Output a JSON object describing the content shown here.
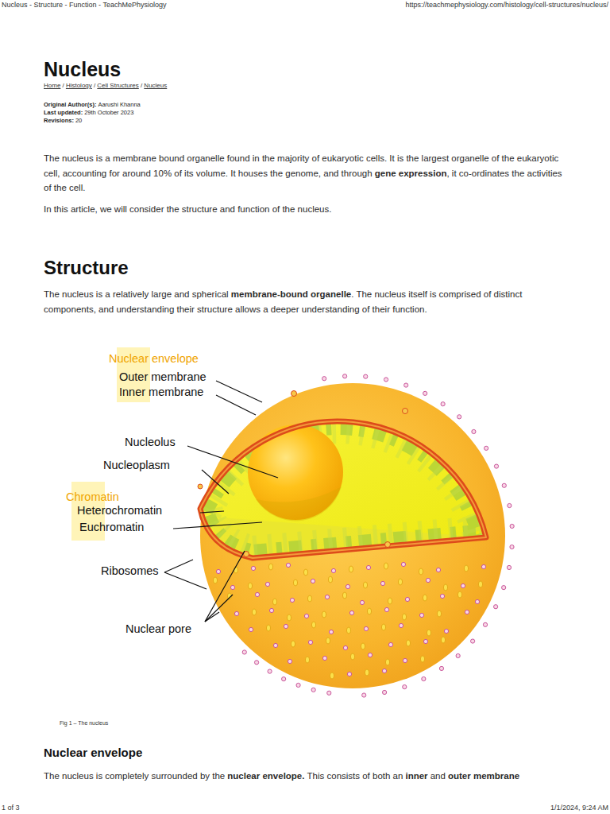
{
  "diagram": {
    "title": "Nucleus",
    "caption": "Fig 1 – The nucleus",
    "labels": [
      "Nucleus - Structure - Function - TeachMePhysiology",
      "https://teachmephysiology.com/histology/cell-structures/nucleus/",
      "Home",
      "/",
      "Histology",
      "/",
      "Cell Structures",
      "/",
      "Nucleus",
      "Original Author(s):",
      "Aarushi Khanna",
      "Last updated:",
      "29th October 2023",
      "Revisions:",
      "20",
      "The nucleus is a membrane bound organelle found in the majority of eukaryotic cells. It is the largest organelle of the eukaryotic cell, accounting for around 10% of its volume. It houses the genome, and through",
      "gene expression",
      ", it co-ordinates the activities of the cell.",
      "In this article, we will consider the structure and function of the nucleus.",
      "Structure",
      "The nucleus is a relatively large and spherical",
      "membrane-bound organelle",
      ". The nucleus itself is comprised of distinct components, and understanding their structure allows a deeper understanding of their function.",
      "Nuclear envelope",
      "Outer membrane",
      "Inner membrane",
      "Nucleolus",
      "Nucleoplasm",
      "Chromatin",
      "Heterochromatin",
      "Euchromatin",
      "Ribosomes",
      "Nuclear pore",
      "Nuclear envelope",
      "The nucleus is completely surrounded by the",
      "nuclear envelope.",
      "This consists of both an",
      "inner",
      "and",
      "outer membrane",
      "1 of 3",
      "1/1/2024, 9:24 AM"
    ]
  }
}
